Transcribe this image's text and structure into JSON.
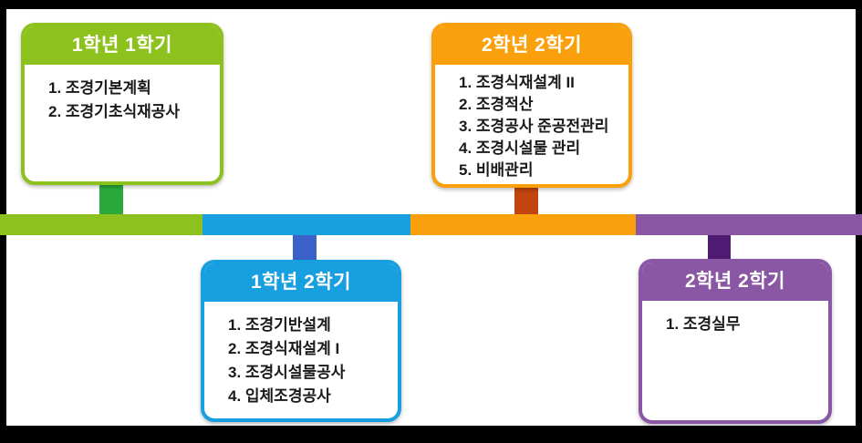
{
  "slide": {
    "background_color": "#ffffff",
    "frame_color": "#000000",
    "text_color": "#1a1a1a"
  },
  "timeline": {
    "segments": [
      {
        "name": "segment-year1-sem1",
        "color": "#8dc21e"
      },
      {
        "name": "segment-year1-sem2",
        "color": "#189fe0"
      },
      {
        "name": "segment-year2-sem1",
        "color": "#faa00c"
      },
      {
        "name": "segment-year2-sem2",
        "color": "#8a57a5"
      }
    ]
  },
  "boxes": [
    {
      "title": "1학년 1학기",
      "accent_color": "#8dc21e",
      "connector_color": "#2aa83c",
      "position": "above-timeline",
      "courses": [
        "1. 조경기본계획",
        "2. 조경기초식재공사"
      ]
    },
    {
      "title": "1학년 2학기",
      "accent_color": "#189fe0",
      "connector_color": "#3a62c8",
      "position": "below-timeline",
      "courses": [
        "1. 조경기반설계",
        "2. 조경식재설계 I",
        "3. 조경시설물공사",
        "4. 입체조경공사"
      ]
    },
    {
      "title": "2학년 2학기",
      "accent_color": "#faa00c",
      "connector_color": "#c2440f",
      "position": "above-timeline",
      "courses": [
        "1. 조경식재설계 II",
        "2. 조경적산",
        "3. 조경공사 준공전관리",
        "4. 조경시설물 관리",
        "5. 비배관리"
      ]
    },
    {
      "title": "2학년 2학기",
      "accent_color": "#8a57a5",
      "connector_color": "#4e1a72",
      "position": "below-timeline",
      "courses": [
        "1. 조경실무"
      ]
    }
  ]
}
